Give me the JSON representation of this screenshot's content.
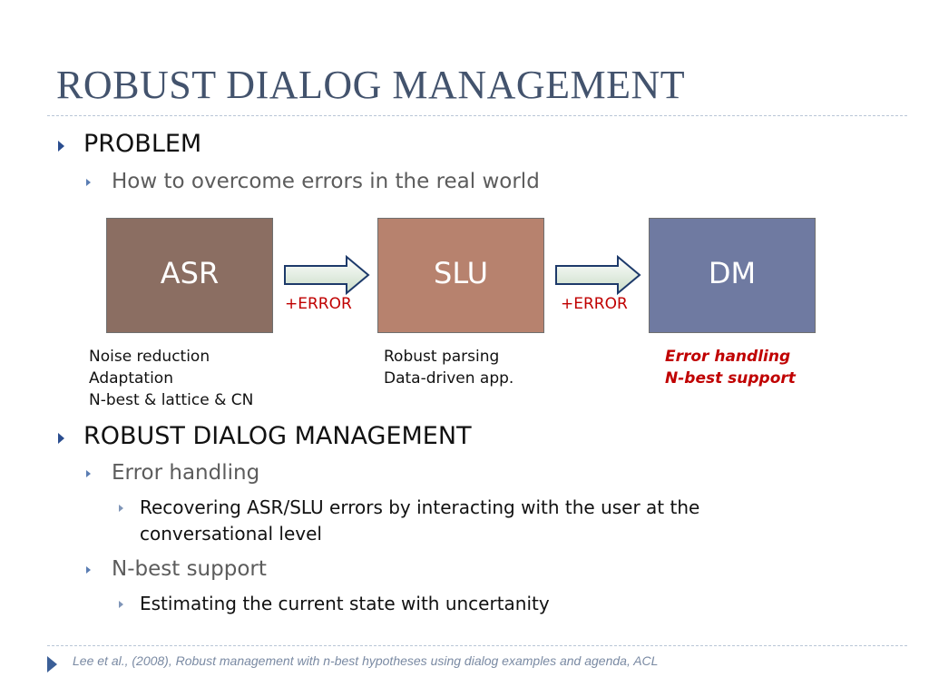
{
  "title": "ROBUST DIALOG MANAGEMENT",
  "problem": {
    "heading": "PROBLEM",
    "sub": "How to overcome errors in the real world"
  },
  "diagram": {
    "boxes": [
      {
        "label": "ASR",
        "color": "#8b6e62"
      },
      {
        "label": "SLU",
        "color": "#b7826e"
      },
      {
        "label": "DM",
        "color": "#6f7aa1"
      }
    ],
    "arrow_labels": [
      "+ERROR",
      "+ERROR"
    ],
    "notes": {
      "asr": [
        "Noise reduction",
        "Adaptation",
        "N-best & lattice & CN"
      ],
      "slu": [
        "Robust parsing",
        "Data-driven app."
      ],
      "dm": [
        "Error handling",
        "N-best support"
      ]
    }
  },
  "robust": {
    "heading": "ROBUST DIALOG MANAGEMENT",
    "items": [
      {
        "label": "Error handling",
        "detail_line1": "Recovering ASR/SLU errors by interacting with the user at the",
        "detail_line2": "conversational level"
      },
      {
        "label": "N-best support",
        "detail_line1": "Estimating the current state with uncertanity"
      }
    ]
  },
  "footer": {
    "citation": "Lee et al., (2008), Robust management with n-best hypotheses using dialog examples and agenda, ACL"
  },
  "colors": {
    "title": "#43536d",
    "error": "#c00000",
    "bullet": "#2a4d8f"
  }
}
